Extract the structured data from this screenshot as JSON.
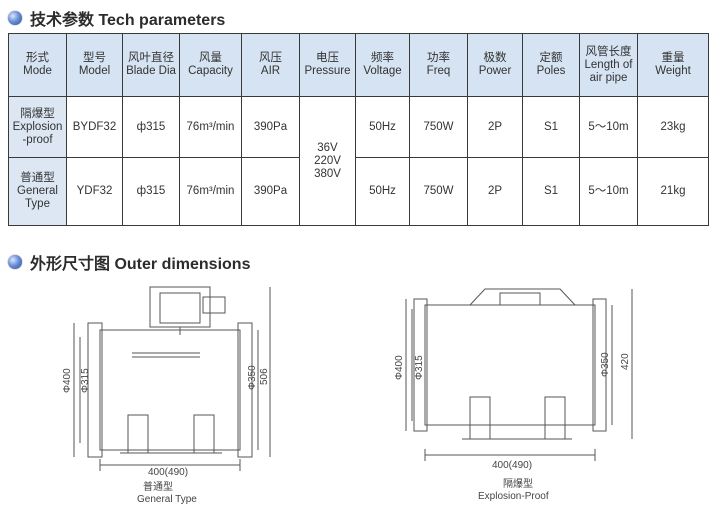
{
  "section1": {
    "title": "技术参数 Tech parameters"
  },
  "section2": {
    "title": "外形尺寸图 Outer dimensions"
  },
  "table": {
    "headers": [
      {
        "cn": "形式",
        "en": "Mode"
      },
      {
        "cn": "型号",
        "en": "Model"
      },
      {
        "cn": "风叶直径",
        "en": "Blade Dia"
      },
      {
        "cn": "风量",
        "en": "Capacity"
      },
      {
        "cn": "风压",
        "en": "AIR"
      },
      {
        "cn": "电压",
        "en": "Pressure"
      },
      {
        "cn": "频率",
        "en": "Voltage"
      },
      {
        "cn": "功率",
        "en": "Freq"
      },
      {
        "cn": "极数",
        "en": "Power"
      },
      {
        "cn": "定额",
        "en": "Poles"
      },
      {
        "cn": "风管长度",
        "en": "Length of air pipe"
      },
      {
        "cn": "重量",
        "en": "Weight"
      }
    ],
    "rows": [
      {
        "mode": "隔爆型\nExplosion\n-proof",
        "model": "BYDF32",
        "blade_dia": "ф315",
        "capacity": "76m³/min",
        "air": "390Pa",
        "voltage": "50Hz",
        "freq": "750W",
        "power": "2P",
        "poles": "S1",
        "length": "5～10m",
        "weight": "23kg"
      },
      {
        "mode": "普通型\nGeneral\nType",
        "model": "YDF32",
        "blade_dia": "ф315",
        "capacity": "76m³/min",
        "air": "390Pa",
        "voltage": "50Hz",
        "freq": "750W",
        "power": "2P",
        "poles": "S1",
        "length": "5～10m",
        "weight": "21kg"
      }
    ],
    "pressure_merged": "36V\n220V\n380V"
  },
  "drawing_left": {
    "d1": "Φ400",
    "d2": "Φ315",
    "d3": "Φ350",
    "h": "506",
    "width": "400(490)",
    "caption_cn": "普通型",
    "caption_en": "General Type"
  },
  "drawing_right": {
    "d1": "Φ400",
    "d2": "Φ315",
    "d3": "Φ350",
    "h": "420",
    "width": "400(490)",
    "caption_cn": "隔爆型",
    "caption_en": "Explosion-Proof"
  }
}
